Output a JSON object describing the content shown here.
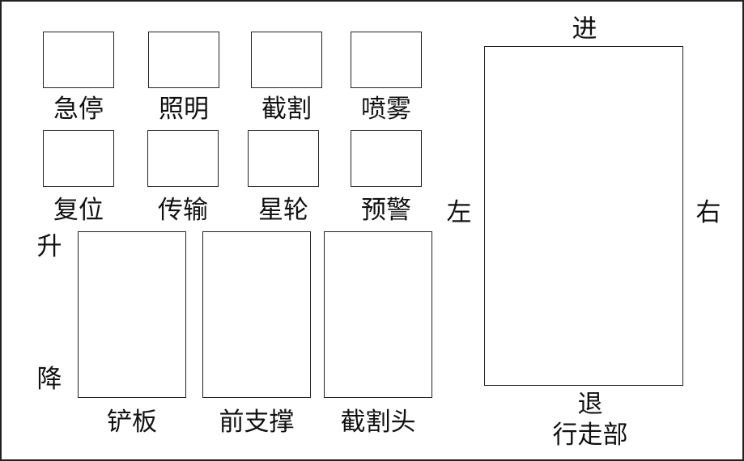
{
  "small_buttons": [
    {
      "label": "急停"
    },
    {
      "label": "照明"
    },
    {
      "label": "截割"
    },
    {
      "label": "喷雾"
    },
    {
      "label": "复位"
    },
    {
      "label": "传输"
    },
    {
      "label": "星轮"
    },
    {
      "label": "预警"
    }
  ],
  "joysticks": [
    {
      "label": "铲板"
    },
    {
      "label": "前支撑"
    },
    {
      "label": "截割头"
    }
  ],
  "lift_labels": {
    "up": "升",
    "down": "降"
  },
  "travel": {
    "forward": "进",
    "backward": "退",
    "left": "左",
    "right": "右",
    "label": "行走部"
  }
}
